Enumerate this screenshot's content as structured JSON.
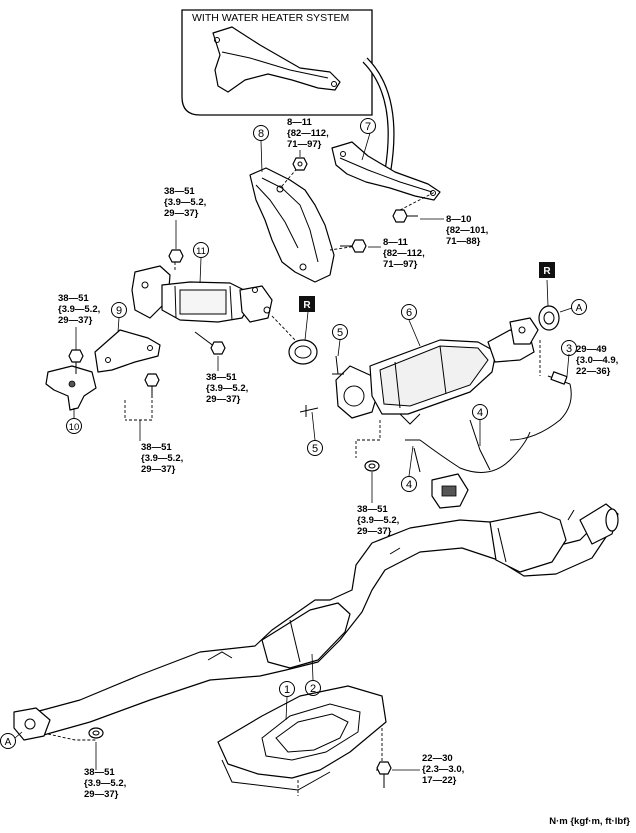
{
  "inset": {
    "title": "WITH WATER HEATER SYSTEM"
  },
  "callouts": [
    {
      "id": "1",
      "n": "1"
    },
    {
      "id": "2",
      "n": "2"
    },
    {
      "id": "3",
      "n": "3"
    },
    {
      "id": "4a",
      "n": "4"
    },
    {
      "id": "4b",
      "n": "4"
    },
    {
      "id": "5a",
      "n": "5"
    },
    {
      "id": "5b",
      "n": "5"
    },
    {
      "id": "6",
      "n": "6"
    },
    {
      "id": "7",
      "n": "7"
    },
    {
      "id": "8",
      "n": "8"
    },
    {
      "id": "9",
      "n": "9"
    },
    {
      "id": "10",
      "n": "10"
    },
    {
      "id": "11",
      "n": "11"
    }
  ],
  "markers": {
    "a_top": "A",
    "a_bottom": "A",
    "r_top": "R",
    "r_mid": "R"
  },
  "torques": {
    "t_8_11_top": [
      "8—11",
      "{82—112,",
      "71—97}"
    ],
    "t_8_10": [
      "8—10",
      "{82—101,",
      "71—88}"
    ],
    "t_8_11_mid": [
      "8—11",
      "{82—112,",
      "71—97}"
    ],
    "t_38_51_a": [
      "38—51",
      "{3.9—5.2,",
      "29—37}"
    ],
    "t_38_51_b": [
      "38—51",
      "{3.9—5.2,",
      "29—37}"
    ],
    "t_38_51_c": [
      "38—51",
      "{3.9—5.2,",
      "29—37}"
    ],
    "t_38_51_d": [
      "38—51",
      "{3.9—5.2,",
      "29—37}"
    ],
    "t_38_51_e": [
      "38—51",
      "{3.9—5.2,",
      "29—37}"
    ],
    "t_38_51_f": [
      "38—51",
      "{3.9—5.2,",
      "29—37}"
    ],
    "t_29_49": [
      "29—49",
      "{3.0—4.9,",
      "22—36}"
    ],
    "t_22_30": [
      "22—30",
      "{2.3—3.0,",
      "17—22}"
    ]
  },
  "units": "N·m {kgf·m, ft·lbf}"
}
